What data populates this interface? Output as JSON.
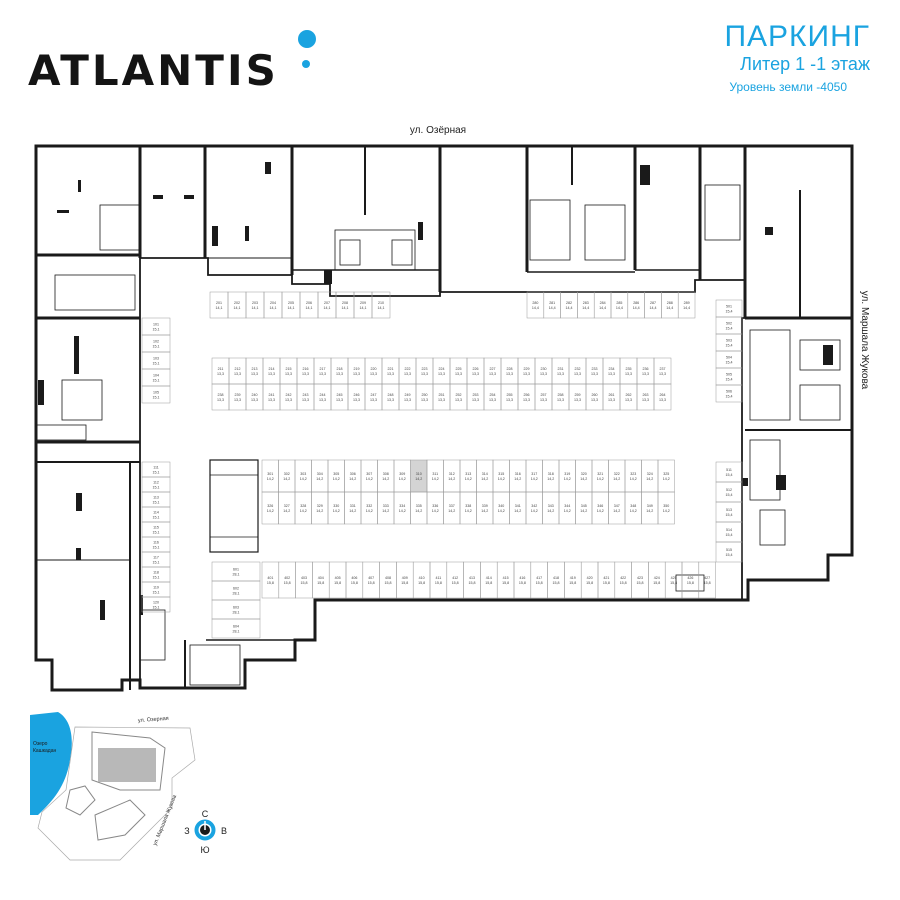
{
  "header": {
    "logo": "ATLANTIS",
    "title": "ПАРКИНГ",
    "subtitle": "Литер 1  -1 этаж",
    "level": "Уровень земли -4050"
  },
  "streets": {
    "north": "ул. Озёрная",
    "east": "ул. Маршала Жукова"
  },
  "inset": {
    "street_north": "ул. Озерная",
    "street_east": "ул. Маршала Жукова",
    "lake": [
      "Озеро",
      "Кашкадан"
    ]
  },
  "compass": {
    "n": "С",
    "s": "Ю",
    "w": "З",
    "e": "В"
  },
  "colors": {
    "accent": "#1aa3e0",
    "walls": "#1a1a1a",
    "space_line": "#9a9a9a",
    "highlight": "#d4d4d4",
    "inset_building": "#b8b8b8"
  },
  "parking": {
    "top_rows": {
      "row1": [
        {
          "n": "211",
          "a": "13,3"
        },
        {
          "n": "212",
          "a": "13,3"
        },
        {
          "n": "213",
          "a": "13,3"
        },
        {
          "n": "214",
          "a": "13,3"
        },
        {
          "n": "215",
          "a": "13,3"
        },
        {
          "n": "216",
          "a": "13,3"
        },
        {
          "n": "217",
          "a": "13,3"
        },
        {
          "n": "218",
          "a": "13,3"
        },
        {
          "n": "219",
          "a": "13,3"
        },
        {
          "n": "220",
          "a": "13,3"
        },
        {
          "n": "221",
          "a": "13,3"
        },
        {
          "n": "222",
          "a": "13,3"
        },
        {
          "n": "223",
          "a": "13,3"
        },
        {
          "n": "224",
          "a": "13,3"
        },
        {
          "n": "225",
          "a": "13,3"
        },
        {
          "n": "226",
          "a": "13,3"
        },
        {
          "n": "227",
          "a": "13,3"
        },
        {
          "n": "228",
          "a": "13,3"
        },
        {
          "n": "229",
          "a": "13,3"
        },
        {
          "n": "230",
          "a": "13,3"
        },
        {
          "n": "231",
          "a": "13,3"
        },
        {
          "n": "232",
          "a": "13,3"
        },
        {
          "n": "233",
          "a": "13,3"
        },
        {
          "n": "234",
          "a": "13,3"
        },
        {
          "n": "235",
          "a": "13,3"
        },
        {
          "n": "236",
          "a": "13,3"
        },
        {
          "n": "237",
          "a": "13,3"
        }
      ],
      "row2": [
        {
          "n": "238",
          "a": "13,3"
        },
        {
          "n": "239",
          "a": "13,3"
        },
        {
          "n": "240",
          "a": "13,3"
        },
        {
          "n": "241",
          "a": "13,3"
        },
        {
          "n": "242",
          "a": "13,3"
        },
        {
          "n": "243",
          "a": "13,3"
        },
        {
          "n": "244",
          "a": "13,3"
        },
        {
          "n": "245",
          "a": "13,3"
        },
        {
          "n": "246",
          "a": "13,3"
        },
        {
          "n": "247",
          "a": "13,3"
        },
        {
          "n": "248",
          "a": "13,3"
        },
        {
          "n": "249",
          "a": "13,3"
        },
        {
          "n": "250",
          "a": "13,3"
        },
        {
          "n": "251",
          "a": "13,3"
        },
        {
          "n": "252",
          "a": "13,3"
        },
        {
          "n": "253",
          "a": "13,3"
        },
        {
          "n": "254",
          "a": "13,3"
        },
        {
          "n": "255",
          "a": "13,3"
        },
        {
          "n": "256",
          "a": "13,3"
        },
        {
          "n": "257",
          "a": "13,3"
        },
        {
          "n": "258",
          "a": "13,3"
        },
        {
          "n": "259",
          "a": "13,3"
        },
        {
          "n": "260",
          "a": "13,3"
        },
        {
          "n": "261",
          "a": "13,3"
        },
        {
          "n": "262",
          "a": "13,3"
        },
        {
          "n": "263",
          "a": "13,3"
        },
        {
          "n": "264",
          "a": "13,3"
        }
      ]
    },
    "middle_rows": {
      "row1": [
        {
          "n": "301",
          "a": "14,2"
        },
        {
          "n": "302",
          "a": "14,2"
        },
        {
          "n": "303",
          "a": "14,2"
        },
        {
          "n": "304",
          "a": "14,2"
        },
        {
          "n": "305",
          "a": "14,2"
        },
        {
          "n": "306",
          "a": "14,2"
        },
        {
          "n": "307",
          "a": "14,2"
        },
        {
          "n": "308",
          "a": "14,2"
        },
        {
          "n": "309",
          "a": "14,2"
        },
        {
          "n": "310",
          "a": "14,2"
        },
        {
          "n": "311",
          "a": "14,2"
        },
        {
          "n": "312",
          "a": "14,2"
        },
        {
          "n": "313",
          "a": "14,2"
        },
        {
          "n": "314",
          "a": "14,2"
        },
        {
          "n": "315",
          "a": "14,2"
        },
        {
          "n": "316",
          "a": "14,2"
        },
        {
          "n": "317",
          "a": "14,2"
        },
        {
          "n": "318",
          "a": "14,2"
        },
        {
          "n": "319",
          "a": "14,2"
        },
        {
          "n": "320",
          "a": "14,2"
        },
        {
          "n": "321",
          "a": "14,2"
        },
        {
          "n": "322",
          "a": "14,2"
        },
        {
          "n": "323",
          "a": "14,2"
        },
        {
          "n": "324",
          "a": "14,2"
        },
        {
          "n": "325",
          "a": "14,2"
        }
      ],
      "row2": [
        {
          "n": "326",
          "a": "14,2"
        },
        {
          "n": "327",
          "a": "14,2"
        },
        {
          "n": "328",
          "a": "14,2"
        },
        {
          "n": "329",
          "a": "14,2"
        },
        {
          "n": "330",
          "a": "14,2"
        },
        {
          "n": "331",
          "a": "14,2"
        },
        {
          "n": "332",
          "a": "14,2"
        },
        {
          "n": "333",
          "a": "14,2"
        },
        {
          "n": "334",
          "a": "14,2"
        },
        {
          "n": "335",
          "a": "14,2"
        },
        {
          "n": "336",
          "a": "14,2"
        },
        {
          "n": "337",
          "a": "14,2"
        },
        {
          "n": "338",
          "a": "14,2"
        },
        {
          "n": "339",
          "a": "14,2"
        },
        {
          "n": "340",
          "a": "14,2"
        },
        {
          "n": "341",
          "a": "14,2"
        },
        {
          "n": "342",
          "a": "14,2"
        },
        {
          "n": "343",
          "a": "14,2"
        },
        {
          "n": "344",
          "a": "14,2"
        },
        {
          "n": "345",
          "a": "14,2"
        },
        {
          "n": "346",
          "a": "14,2"
        },
        {
          "n": "347",
          "a": "14,2"
        },
        {
          "n": "348",
          "a": "14,2"
        },
        {
          "n": "349",
          "a": "14,2"
        },
        {
          "n": "350",
          "a": "14,2"
        }
      ],
      "highlighted": "310"
    },
    "bottom_row": [
      {
        "n": "401",
        "a": "15,8"
      },
      {
        "n": "402",
        "a": "15,8"
      },
      {
        "n": "403",
        "a": "15,8"
      },
      {
        "n": "404",
        "a": "15,8"
      },
      {
        "n": "405",
        "a": "15,8"
      },
      {
        "n": "406",
        "a": "15,8"
      },
      {
        "n": "407",
        "a": "15,8"
      },
      {
        "n": "408",
        "a": "15,8"
      },
      {
        "n": "409",
        "a": "15,8"
      },
      {
        "n": "410",
        "a": "15,8"
      },
      {
        "n": "411",
        "a": "15,8"
      },
      {
        "n": "412",
        "a": "15,8"
      },
      {
        "n": "413",
        "a": "15,8"
      },
      {
        "n": "414",
        "a": "15,8"
      },
      {
        "n": "415",
        "a": "15,8"
      },
      {
        "n": "416",
        "a": "15,8"
      },
      {
        "n": "417",
        "a": "15,8"
      },
      {
        "n": "418",
        "a": "15,8"
      },
      {
        "n": "419",
        "a": "15,8"
      },
      {
        "n": "420",
        "a": "15,8"
      },
      {
        "n": "421",
        "a": "15,8"
      },
      {
        "n": "422",
        "a": "15,8"
      },
      {
        "n": "423",
        "a": "15,8"
      },
      {
        "n": "424",
        "a": "15,8"
      },
      {
        "n": "425",
        "a": "15,8"
      },
      {
        "n": "426",
        "a": "15,8"
      },
      {
        "n": "427",
        "a": "15,8"
      }
    ],
    "north_wall": [
      {
        "n": "201",
        "a": "14,1"
      },
      {
        "n": "202",
        "a": "14,1"
      },
      {
        "n": "203",
        "a": "14,1"
      },
      {
        "n": "204",
        "a": "14,1"
      },
      {
        "n": "205",
        "a": "14,1"
      },
      {
        "n": "206",
        "a": "14,1"
      },
      {
        "n": "207",
        "a": "14,1"
      },
      {
        "n": "208",
        "a": "14,1"
      },
      {
        "n": "209",
        "a": "14,1"
      },
      {
        "n": "210",
        "a": "14,1"
      }
    ],
    "north_right": [
      {
        "n": "280",
        "a": "14,4"
      },
      {
        "n": "281",
        "a": "14,4"
      },
      {
        "n": "282",
        "a": "14,4"
      },
      {
        "n": "283",
        "a": "14,4"
      },
      {
        "n": "284",
        "a": "14,4"
      },
      {
        "n": "285",
        "a": "14,4"
      },
      {
        "n": "286",
        "a": "14,4"
      },
      {
        "n": "287",
        "a": "14,4"
      },
      {
        "n": "288",
        "a": "14,4"
      },
      {
        "n": "289",
        "a": "14,4"
      }
    ],
    "west_upper": [
      {
        "n": "101",
        "a": "15,1"
      },
      {
        "n": "102",
        "a": "15,1"
      },
      {
        "n": "103",
        "a": "15,1"
      },
      {
        "n": "104",
        "a": "15,1"
      },
      {
        "n": "105",
        "a": "15,1"
      }
    ],
    "west_lower": [
      {
        "n": "111",
        "a": "15,1"
      },
      {
        "n": "112",
        "a": "15,1"
      },
      {
        "n": "113",
        "a": "15,1"
      },
      {
        "n": "114",
        "a": "15,1"
      },
      {
        "n": "115",
        "a": "15,1"
      },
      {
        "n": "116",
        "a": "15,1"
      },
      {
        "n": "117",
        "a": "15,1"
      },
      {
        "n": "118",
        "a": "15,1"
      },
      {
        "n": "119",
        "a": "15,1"
      },
      {
        "n": "120",
        "a": "15,1"
      }
    ],
    "east_upper": [
      {
        "n": "501",
        "a": "15,4"
      },
      {
        "n": "502",
        "a": "15,4"
      },
      {
        "n": "503",
        "a": "15,4"
      },
      {
        "n": "504",
        "a": "15,4"
      },
      {
        "n": "505",
        "a": "15,4"
      },
      {
        "n": "506",
        "a": "15,4"
      }
    ],
    "east_lower": [
      {
        "n": "511",
        "a": "15,4"
      },
      {
        "n": "512",
        "a": "15,4"
      },
      {
        "n": "513",
        "a": "15,4"
      },
      {
        "n": "514",
        "a": "15,4"
      },
      {
        "n": "515",
        "a": "15,4"
      }
    ],
    "south_extra": [
      {
        "n": "601",
        "a": "28,1"
      },
      {
        "n": "602",
        "a": "28,1"
      },
      {
        "n": "603",
        "a": "28,1"
      },
      {
        "n": "604",
        "a": "28,1"
      }
    ]
  }
}
